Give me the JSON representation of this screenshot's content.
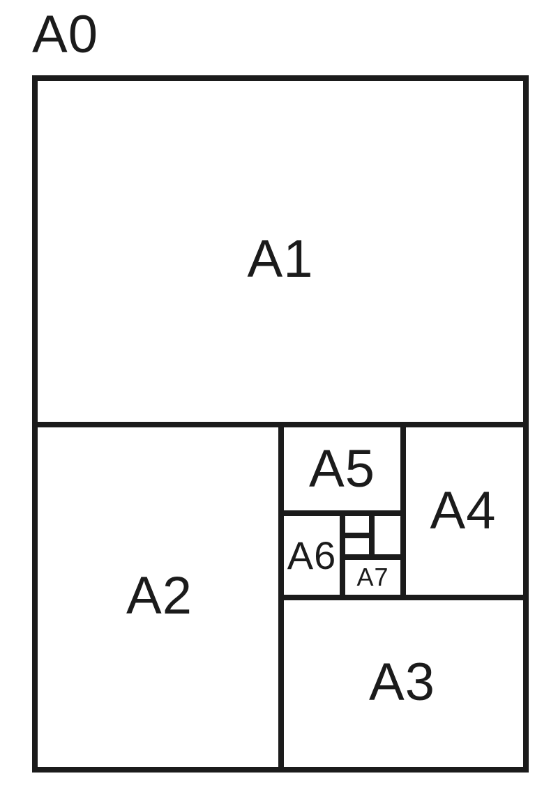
{
  "colors": {
    "stroke": "#1b1b1b",
    "background": "#ffffff"
  },
  "diagram": {
    "sheet_label": "A0",
    "regions": [
      {
        "id": "a1",
        "label": "A1"
      },
      {
        "id": "a2",
        "label": "A2"
      },
      {
        "id": "a3",
        "label": "A3"
      },
      {
        "id": "a4",
        "label": "A4"
      },
      {
        "id": "a5",
        "label": "A5"
      },
      {
        "id": "a6",
        "label": "A6"
      },
      {
        "id": "a7",
        "label": "A7"
      }
    ]
  }
}
